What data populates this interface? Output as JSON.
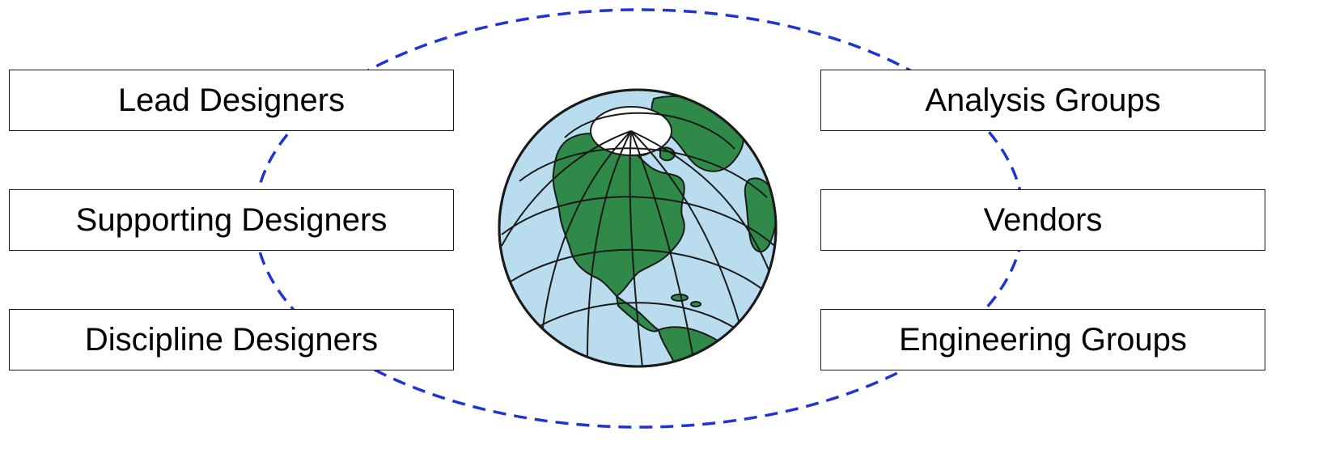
{
  "left_groups": [
    {
      "label": "Lead Designers"
    },
    {
      "label": "Supporting Designers"
    },
    {
      "label": "Discipline Designers"
    }
  ],
  "right_groups": [
    {
      "label": "Analysis Groups"
    },
    {
      "label": "Vendors"
    },
    {
      "label": "Engineering Groups"
    }
  ],
  "center": {
    "icon": "globe-icon"
  },
  "colors": {
    "dashed_ellipse": "#1f33d6",
    "ocean": "#b9dcef",
    "land": "#2f8a4a",
    "grid_lines": "#1a1a1a",
    "box_border": "#1a1a1a"
  }
}
